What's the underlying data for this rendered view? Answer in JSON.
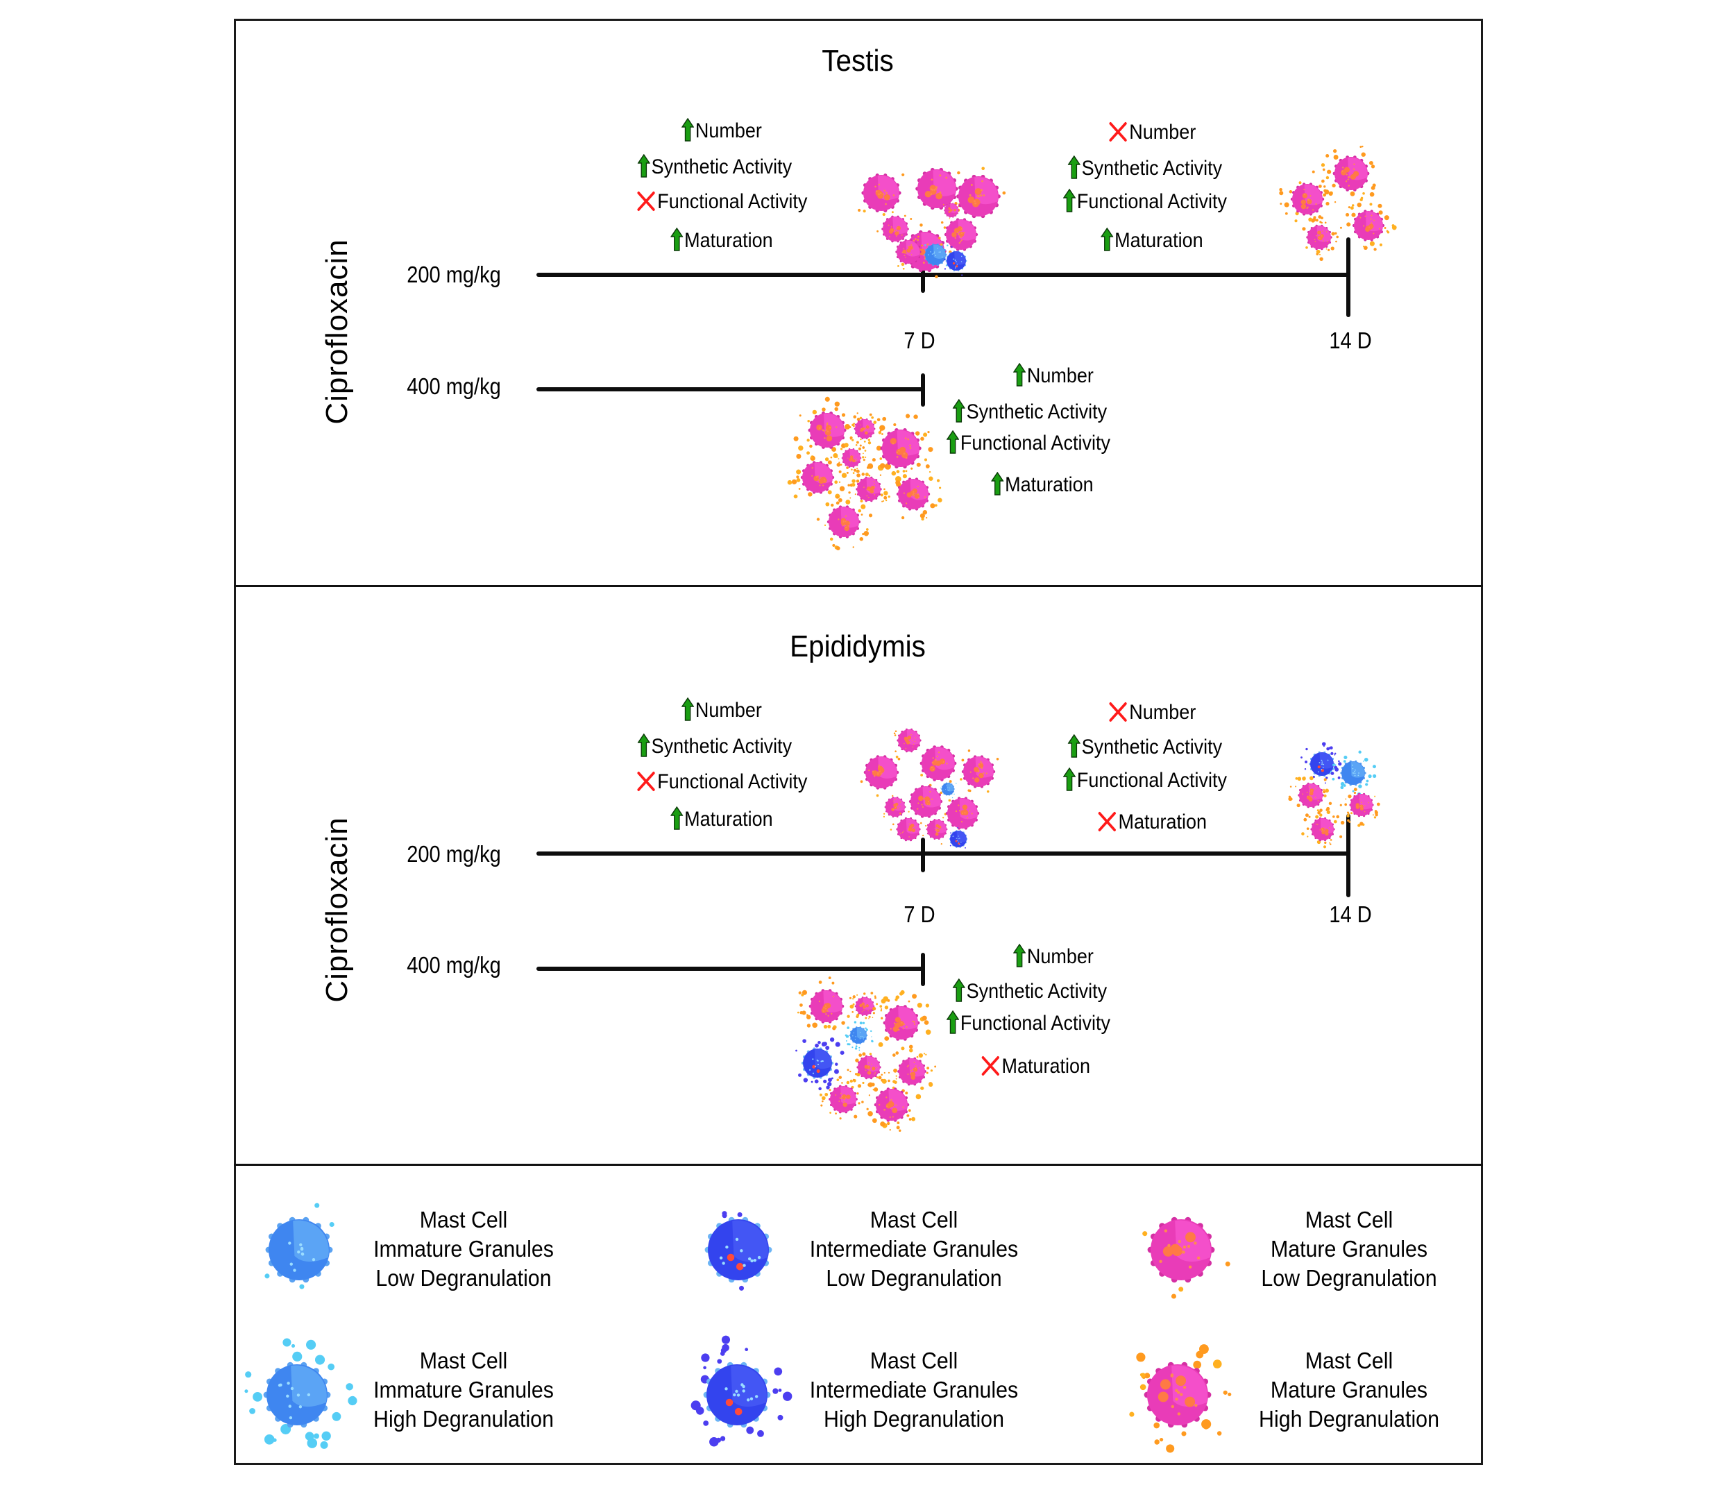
{
  "colors": {
    "up_arrow": "#1a9e12",
    "cross": "#ff1a1a",
    "mature_cell": "#e93cb8",
    "mature_cell_light": "#f755d0",
    "mature_granule": "#ff7a45",
    "degranulation_orange": "#ff9a1f",
    "immature_cell": "#3f86f0",
    "immature_light": "#66aef7",
    "immature_granule": "#55cdf5",
    "intermediate_cell": "#3344ee",
    "intermediate_granule": "#4c3ef0",
    "intermediate_red": "#ff4a3a"
  },
  "drug_label": "Ciprofloxacin",
  "panels": [
    {
      "title": "Testis",
      "doses": [
        {
          "label": "200 mg/kg",
          "timepoints": [
            "7 D",
            "14 D"
          ],
          "effects_0_7": [
            {
              "icon": "up-arrow",
              "text": "Number"
            },
            {
              "icon": "up-arrow",
              "text": "Synthetic Activity"
            },
            {
              "icon": "cross",
              "text": "Functional Activity"
            },
            {
              "icon": "up-arrow",
              "text": "Maturation"
            }
          ],
          "effects_7_14": [
            {
              "icon": "cross",
              "text": "Number"
            },
            {
              "icon": "up-arrow",
              "text": "Synthetic Activity"
            },
            {
              "icon": "up-arrow",
              "text": "Functional Activity"
            },
            {
              "icon": "up-arrow",
              "text": "Maturation"
            }
          ]
        },
        {
          "label": "400 mg/kg",
          "effects_0_7": [
            {
              "icon": "up-arrow",
              "text": "Number"
            },
            {
              "icon": "up-arrow",
              "text": "Synthetic Activity"
            },
            {
              "icon": "up-arrow",
              "text": "Functional Activity"
            },
            {
              "icon": "up-arrow",
              "text": "Maturation"
            }
          ]
        }
      ]
    },
    {
      "title": "Epididymis",
      "doses": [
        {
          "label": "200 mg/kg",
          "timepoints": [
            "7 D",
            "14 D"
          ],
          "effects_0_7": [
            {
              "icon": "up-arrow",
              "text": "Number"
            },
            {
              "icon": "up-arrow",
              "text": "Synthetic Activity"
            },
            {
              "icon": "cross",
              "text": "Functional Activity"
            },
            {
              "icon": "up-arrow",
              "text": "Maturation"
            }
          ],
          "effects_7_14": [
            {
              "icon": "cross",
              "text": "Number"
            },
            {
              "icon": "up-arrow",
              "text": "Synthetic Activity"
            },
            {
              "icon": "up-arrow",
              "text": "Functional Activity"
            },
            {
              "icon": "cross",
              "text": "Maturation"
            }
          ]
        },
        {
          "label": "400 mg/kg",
          "effects_0_7": [
            {
              "icon": "up-arrow",
              "text": "Number"
            },
            {
              "icon": "up-arrow",
              "text": "Synthetic Activity"
            },
            {
              "icon": "up-arrow",
              "text": "Functional Activity"
            },
            {
              "icon": "cross",
              "text": "Maturation"
            }
          ]
        }
      ]
    }
  ],
  "legend": [
    {
      "type": "immature",
      "degranulation": "low",
      "lines": [
        "Mast Cell",
        "Immature Granules",
        "Low Degranulation"
      ]
    },
    {
      "type": "intermediate",
      "degranulation": "low",
      "lines": [
        "Mast Cell",
        "Intermediate Granules",
        "Low Degranulation"
      ]
    },
    {
      "type": "mature",
      "degranulation": "low",
      "lines": [
        "Mast Cell",
        "Mature Granules",
        "Low Degranulation"
      ]
    },
    {
      "type": "immature",
      "degranulation": "high",
      "lines": [
        "Mast Cell",
        "Immature Granules",
        "High Degranulation"
      ]
    },
    {
      "type": "intermediate",
      "degranulation": "high",
      "lines": [
        "Mast Cell",
        "Intermediate Granules",
        "High Degranulation"
      ]
    },
    {
      "type": "mature",
      "degranulation": "high",
      "lines": [
        "Mast Cell",
        "Mature Granules",
        "High Degranulation"
      ]
    }
  ],
  "clusters": {
    "testis_200_7d": [
      {
        "type": "mature",
        "deg": "low"
      },
      {
        "type": "mature",
        "deg": "low"
      },
      {
        "type": "mature",
        "deg": "low"
      },
      {
        "type": "mature",
        "deg": "low"
      },
      {
        "type": "mature",
        "deg": "low"
      },
      {
        "type": "mature",
        "deg": "low"
      },
      {
        "type": "mature",
        "deg": "low"
      },
      {
        "type": "mature",
        "deg": "low"
      },
      {
        "type": "immature",
        "deg": "low"
      },
      {
        "type": "intermediate",
        "deg": "low"
      }
    ],
    "testis_200_14d": [
      {
        "type": "mature",
        "deg": "high"
      },
      {
        "type": "mature",
        "deg": "high"
      },
      {
        "type": "mature",
        "deg": "high"
      },
      {
        "type": "mature",
        "deg": "high"
      }
    ],
    "testis_400_7d": [
      {
        "type": "mature",
        "deg": "high"
      },
      {
        "type": "mature",
        "deg": "high"
      },
      {
        "type": "mature",
        "deg": "high"
      },
      {
        "type": "mature",
        "deg": "high"
      },
      {
        "type": "mature",
        "deg": "high"
      },
      {
        "type": "mature",
        "deg": "high"
      },
      {
        "type": "mature",
        "deg": "high"
      },
      {
        "type": "mature",
        "deg": "high"
      }
    ],
    "epi_200_7d": [
      {
        "type": "mature",
        "deg": "low"
      },
      {
        "type": "mature",
        "deg": "low"
      },
      {
        "type": "mature",
        "deg": "low"
      },
      {
        "type": "mature",
        "deg": "low"
      },
      {
        "type": "mature",
        "deg": "low"
      },
      {
        "type": "mature",
        "deg": "low"
      },
      {
        "type": "mature",
        "deg": "low"
      },
      {
        "type": "mature",
        "deg": "low"
      },
      {
        "type": "mature",
        "deg": "low"
      },
      {
        "type": "immature",
        "deg": "low"
      },
      {
        "type": "intermediate",
        "deg": "low"
      }
    ],
    "epi_200_14d": [
      {
        "type": "intermediate",
        "deg": "high"
      },
      {
        "type": "immature",
        "deg": "high"
      },
      {
        "type": "mature",
        "deg": "high"
      },
      {
        "type": "mature",
        "deg": "high"
      },
      {
        "type": "mature",
        "deg": "high"
      }
    ],
    "epi_400_7d": [
      {
        "type": "mature",
        "deg": "high"
      },
      {
        "type": "mature",
        "deg": "high"
      },
      {
        "type": "mature",
        "deg": "high"
      },
      {
        "type": "immature",
        "deg": "high"
      },
      {
        "type": "intermediate",
        "deg": "high"
      },
      {
        "type": "mature",
        "deg": "high"
      },
      {
        "type": "mature",
        "deg": "high"
      },
      {
        "type": "mature",
        "deg": "high"
      },
      {
        "type": "mature",
        "deg": "high"
      }
    ]
  }
}
